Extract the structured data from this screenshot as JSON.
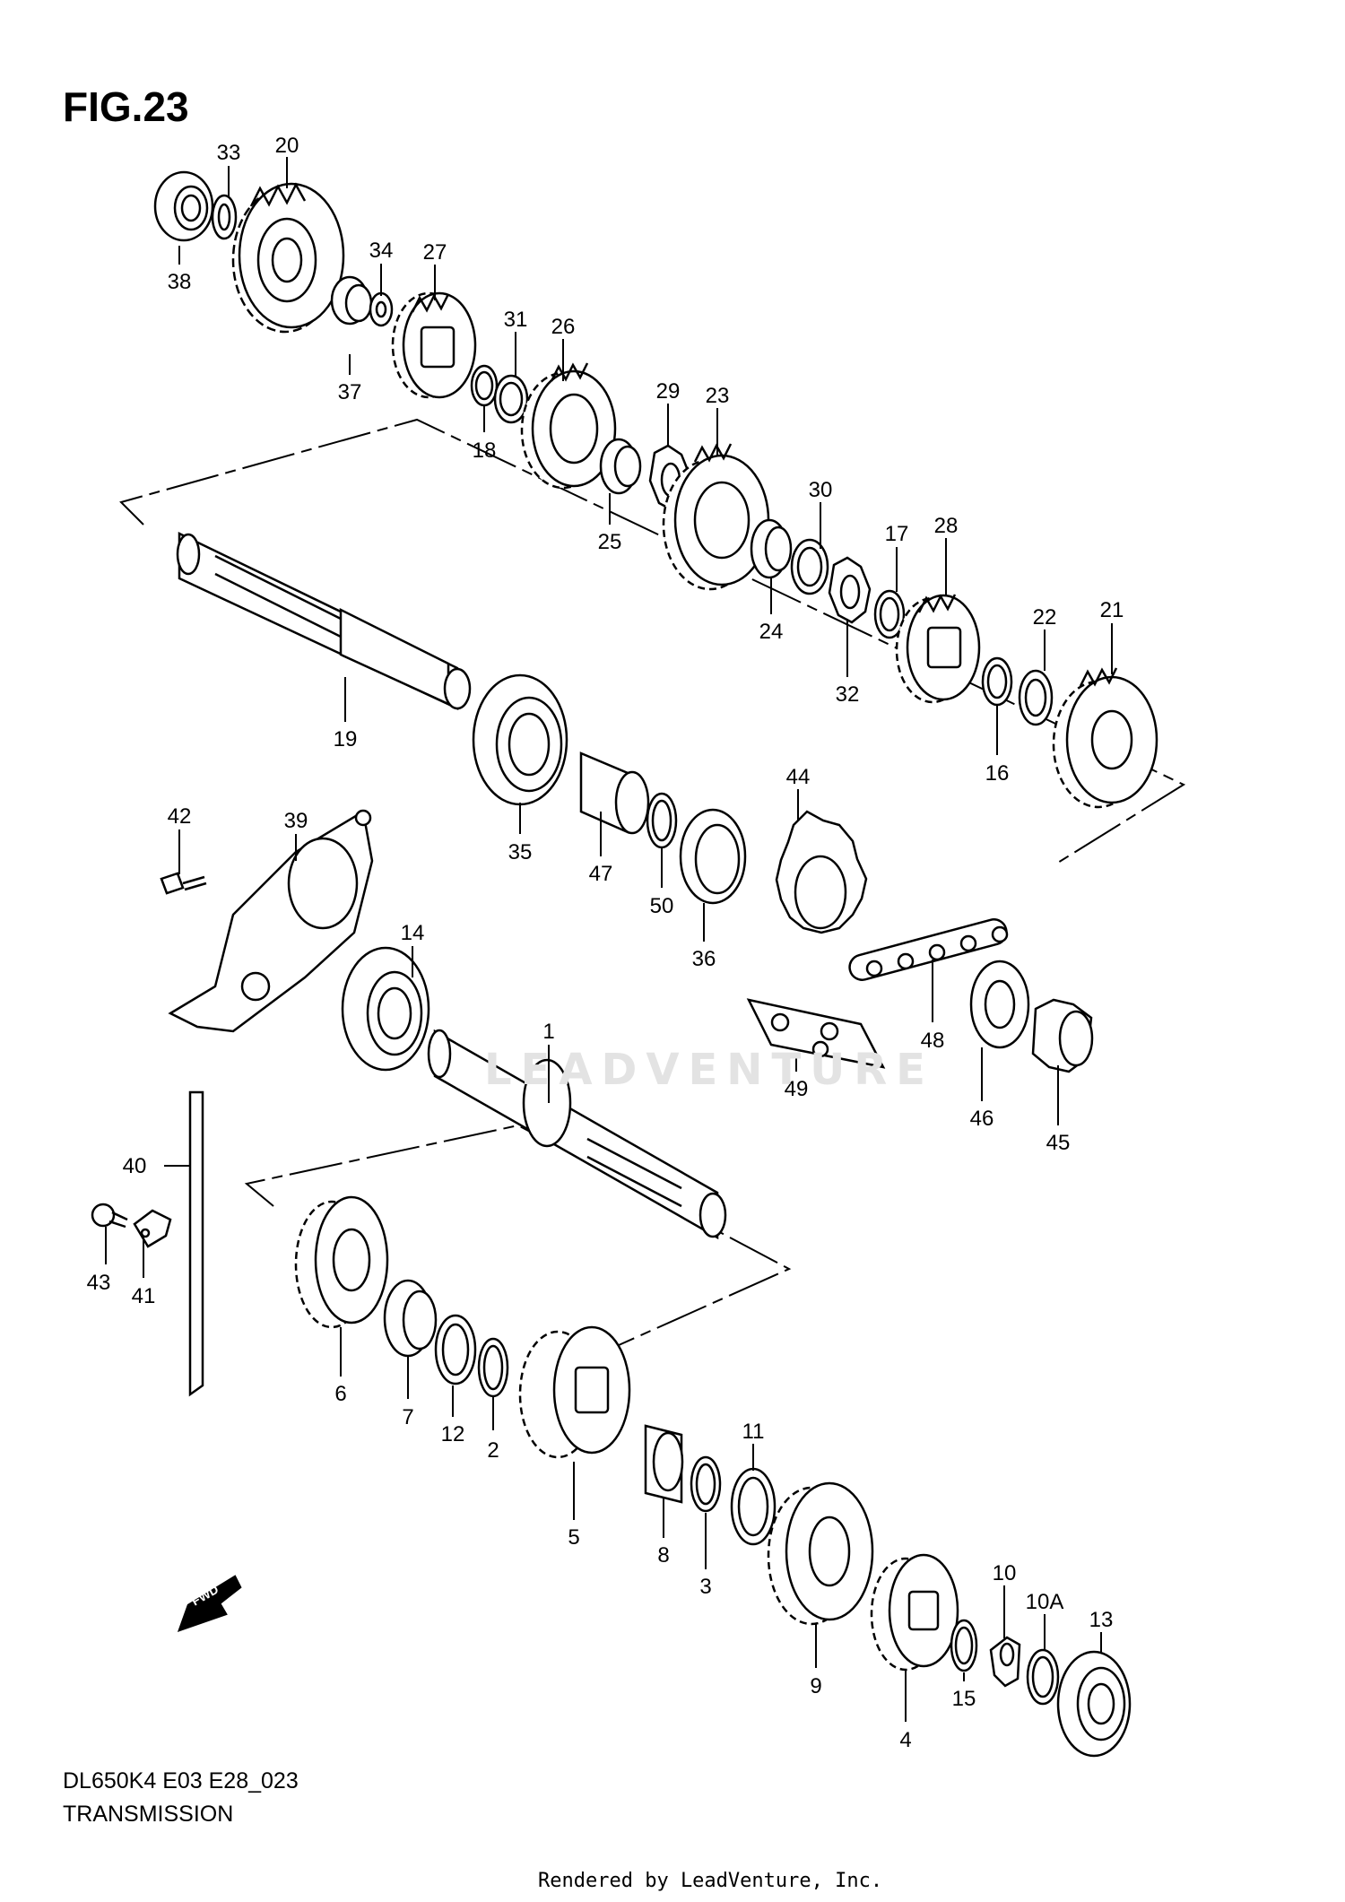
{
  "figure": {
    "title": "FIG.23",
    "model_code": "DL650K4 E03 E28_023",
    "section_name": "TRANSMISSION",
    "render_credit": "Rendered by LeadVenture, Inc.",
    "watermark": "LEADVENTURE",
    "direction_marker": "FWD"
  },
  "part_callouts": [
    "1",
    "2",
    "3",
    "4",
    "5",
    "6",
    "7",
    "8",
    "9",
    "10",
    "10A",
    "11",
    "12",
    "13",
    "14",
    "15",
    "16",
    "17",
    "18",
    "19",
    "20",
    "21",
    "22",
    "23",
    "24",
    "25",
    "26",
    "27",
    "28",
    "29",
    "30",
    "31",
    "32",
    "33",
    "34",
    "35",
    "36",
    "37",
    "38",
    "39",
    "40",
    "41",
    "42",
    "43",
    "44",
    "45",
    "46",
    "47",
    "48",
    "49",
    "50"
  ],
  "colors": {
    "line": "#000000",
    "background": "#ffffff",
    "watermark": "#e3e3e3"
  }
}
